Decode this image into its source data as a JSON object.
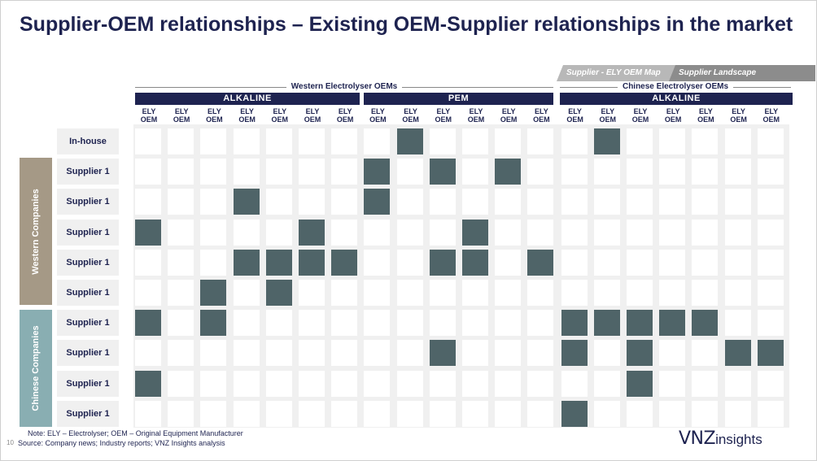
{
  "title": {
    "bold": "Supplier-OEM relationships",
    "rest": " – Existing OEM-Supplier relationships in the market"
  },
  "tabs": [
    "Supplier - ELY OEM  Map",
    "Supplier Landscape"
  ],
  "groups": {
    "western": "Western Electrolyser OEMs",
    "chinese": "Chinese Electrolyser OEMs"
  },
  "technologies": {
    "western_alkaline": "ALKALINE",
    "pem": "PEM",
    "chinese_alkaline": "ALKALINE"
  },
  "column_label": "ELY OEM",
  "column_count": 20,
  "side_labels": {
    "western": "Western Companies",
    "chinese": "Chinese Companies"
  },
  "rows": [
    {
      "label": "In-house",
      "filled": [
        8,
        14
      ]
    },
    {
      "label": "Supplier 1",
      "filled": [
        7,
        9,
        11
      ]
    },
    {
      "label": "Supplier 1",
      "filled": [
        3,
        7
      ]
    },
    {
      "label": "Supplier 1",
      "filled": [
        0,
        5,
        10
      ]
    },
    {
      "label": "Supplier 1",
      "filled": [
        3,
        4,
        5,
        6,
        9,
        10,
        12
      ]
    },
    {
      "label": "Supplier 1",
      "filled": [
        2,
        4
      ]
    },
    {
      "label": "Supplier 1",
      "filled": [
        0,
        2,
        13,
        14,
        15,
        16,
        17
      ]
    },
    {
      "label": "Supplier 1",
      "filled": [
        9,
        13,
        15,
        18,
        19
      ]
    },
    {
      "label": "Supplier 1",
      "filled": [
        0,
        15
      ]
    },
    {
      "label": "Supplier 1",
      "filled": [
        13
      ]
    }
  ],
  "notes": {
    "note": "Note:  ELY – Electrolyser; OEM – Original Equipment Manufacturer",
    "source": "Source:  Company news; Industry reports; VNZ Insights analysis"
  },
  "page_number": "10",
  "logo": {
    "brand": "VNZ",
    "sub": "insights"
  },
  "colors": {
    "filled": "#4f6468",
    "navy": "#1e2350",
    "western": "#a59986",
    "chinese": "#89aeb2"
  }
}
